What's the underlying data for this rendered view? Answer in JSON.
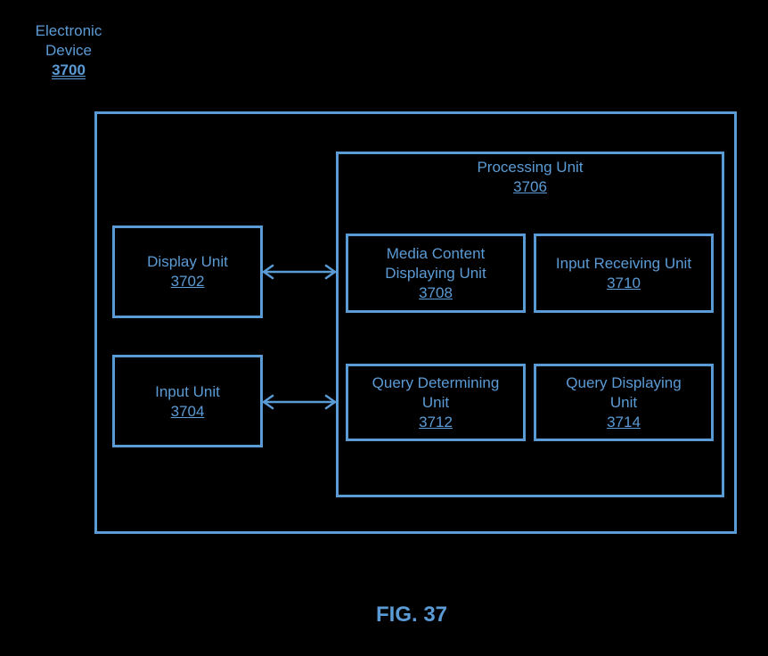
{
  "device": {
    "line1": "Electronic",
    "line2": "Device",
    "number": "3700"
  },
  "processing_unit": {
    "label": "Processing Unit",
    "number": "3706"
  },
  "display_unit": {
    "label": "Display Unit",
    "number": "3702"
  },
  "input_unit": {
    "label": "Input Unit",
    "number": "3704"
  },
  "media_unit": {
    "line1": "Media Content",
    "line2": "Displaying Unit",
    "number": "3708"
  },
  "input_receiving_unit": {
    "label": "Input Receiving Unit",
    "number": "3710"
  },
  "query_determining_unit": {
    "line1": "Query Determining",
    "line2": "Unit",
    "number": "3712"
  },
  "query_displaying_unit": {
    "line1": "Query Displaying",
    "line2": "Unit",
    "number": "3714"
  },
  "figure_caption": "FIG. 37",
  "colors": {
    "accent": "#5b9bd5",
    "background": "#000000"
  }
}
